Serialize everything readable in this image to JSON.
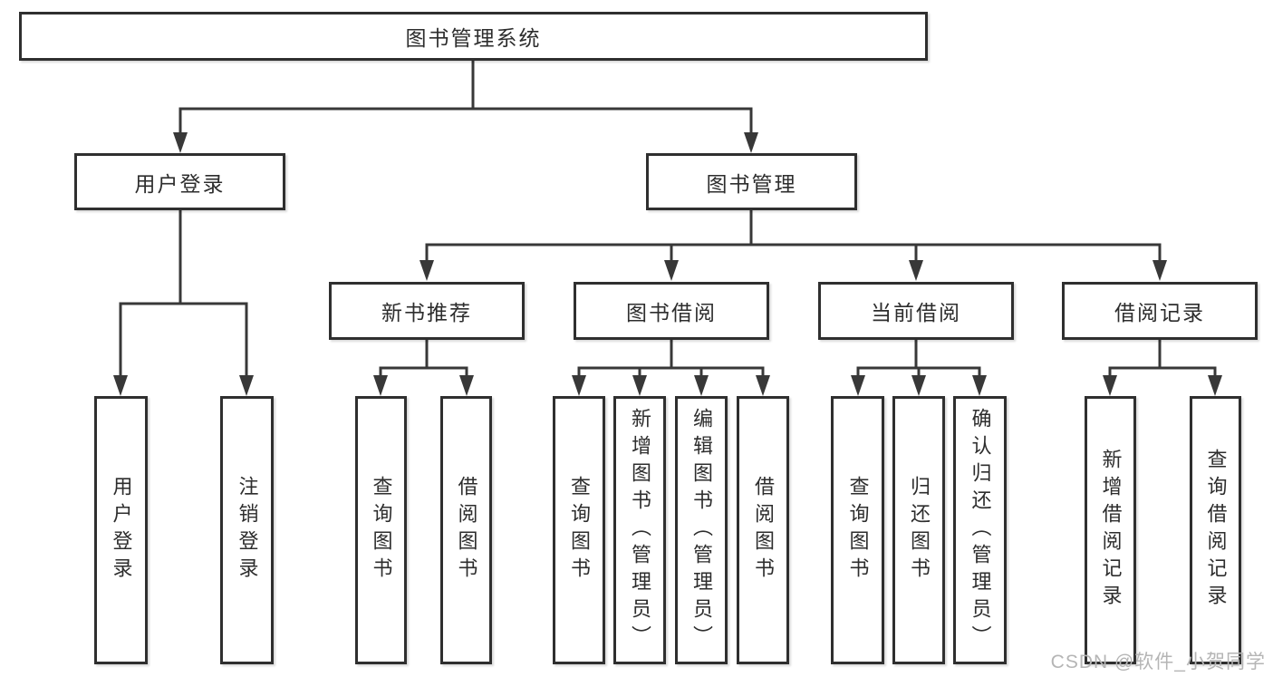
{
  "diagram_title": "图书管理系统",
  "tree": {
    "root": {
      "label": "图书管理系统",
      "children": [
        {
          "label": "用户登录",
          "children": [
            {
              "label": "用户登录"
            },
            {
              "label": "注销登录"
            }
          ]
        },
        {
          "label": "图书管理",
          "children": [
            {
              "label": "新书推荐",
              "children": [
                {
                  "label": "查询图书"
                },
                {
                  "label": "借阅图书"
                }
              ]
            },
            {
              "label": "图书借阅",
              "children": [
                {
                  "label": "查询图书"
                },
                {
                  "label": "新增图书（管理员）"
                },
                {
                  "label": "编辑图书（管理员）"
                },
                {
                  "label": "借阅图书"
                }
              ]
            },
            {
              "label": "当前借阅",
              "children": [
                {
                  "label": "查询图书"
                },
                {
                  "label": "归还图书"
                },
                {
                  "label": "确认归还（管理员）"
                }
              ]
            },
            {
              "label": "借阅记录",
              "children": [
                {
                  "label": "新增借阅记录"
                },
                {
                  "label": "查询借阅记录"
                }
              ]
            }
          ]
        }
      ]
    }
  },
  "watermark": "CSDN @软件_小贺同学",
  "colors": {
    "background": "#ffffff",
    "line": "#383838",
    "box_border": "#2f2f2f",
    "text": "#2d2d2d",
    "watermark": "#b5b5b5"
  }
}
